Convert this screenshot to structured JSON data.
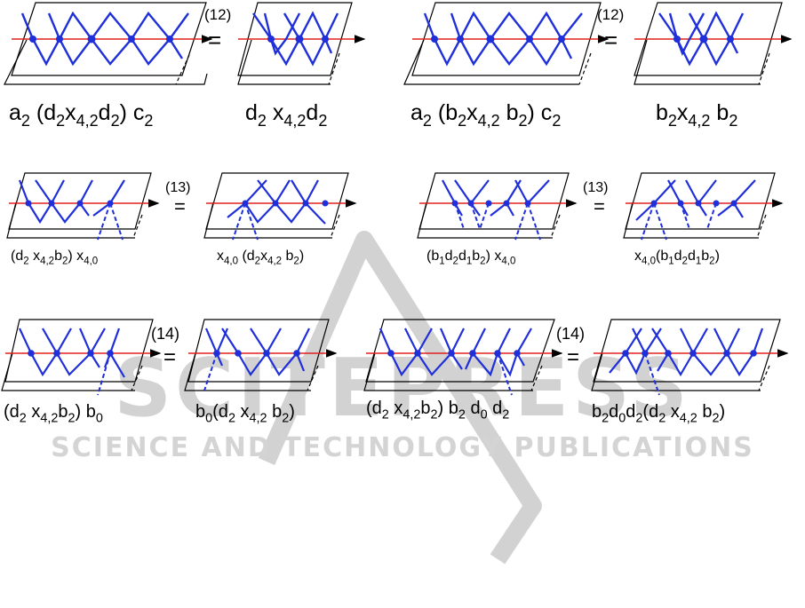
{
  "equation_marks": {
    "row1": "(12)",
    "row2": "(13)",
    "row3": "(14)",
    "equals": "="
  },
  "watermark": {
    "logo_word": "SCITEPRESS",
    "tagline": "SCIENCE AND TECHNOLOGY PUBLICATIONS"
  },
  "colors": {
    "strand": "#1f2fd9",
    "axis": "#e0201c",
    "frame": "#000000",
    "watermark": "#d2d2d2"
  },
  "panels": [
    {
      "id": "r1c1",
      "label": [
        [
          "a",
          ""
        ],
        [
          "2",
          "sub"
        ],
        [
          " (",
          ""
        ],
        [
          "d",
          ""
        ],
        [
          "2",
          "sub"
        ],
        [
          "x",
          ""
        ],
        [
          "4,2",
          "sub"
        ],
        [
          "d",
          ""
        ],
        [
          "2",
          "sub"
        ],
        [
          ") c",
          ""
        ],
        [
          "2",
          "sub"
        ]
      ]
    },
    {
      "id": "r1c2",
      "label": [
        [
          "d",
          ""
        ],
        [
          "2",
          "sub"
        ],
        [
          " x",
          ""
        ],
        [
          "4,2",
          "sub"
        ],
        [
          "d",
          ""
        ],
        [
          "2",
          "sub"
        ]
      ]
    },
    {
      "id": "r1c3",
      "label": [
        [
          "a",
          ""
        ],
        [
          "2",
          "sub"
        ],
        [
          " (",
          ""
        ],
        [
          "b",
          ""
        ],
        [
          "2",
          "sub"
        ],
        [
          "x",
          ""
        ],
        [
          "4,2",
          "sub"
        ],
        [
          " b",
          ""
        ],
        [
          "2",
          "sub"
        ],
        [
          ") c",
          ""
        ],
        [
          "2",
          "sub"
        ]
      ]
    },
    {
      "id": "r1c4",
      "label": [
        [
          "b",
          ""
        ],
        [
          "2",
          "sub"
        ],
        [
          "x",
          ""
        ],
        [
          "4,2",
          "sub"
        ],
        [
          " b",
          ""
        ],
        [
          "2",
          "sub"
        ]
      ]
    },
    {
      "id": "r2c1",
      "label": [
        [
          "(d",
          ""
        ],
        [
          "2",
          "sub"
        ],
        [
          " x",
          ""
        ],
        [
          "4,2",
          "sub"
        ],
        [
          "b",
          ""
        ],
        [
          "2",
          "sub"
        ],
        [
          ") x",
          ""
        ],
        [
          "4,0",
          "sub"
        ]
      ]
    },
    {
      "id": "r2c2",
      "label": [
        [
          "x",
          ""
        ],
        [
          "4,0",
          "sub"
        ],
        [
          " (d",
          ""
        ],
        [
          "2",
          "sub"
        ],
        [
          "x",
          ""
        ],
        [
          "4,2",
          "sub"
        ],
        [
          " b",
          ""
        ],
        [
          "2",
          "sub"
        ],
        [
          ")",
          ""
        ]
      ]
    },
    {
      "id": "r2c3",
      "label": [
        [
          "(b",
          ""
        ],
        [
          "1",
          "sub"
        ],
        [
          "d",
          ""
        ],
        [
          "2",
          "sub"
        ],
        [
          "d",
          ""
        ],
        [
          "1",
          "sub"
        ],
        [
          "b",
          ""
        ],
        [
          "2",
          "sub"
        ],
        [
          ") x",
          ""
        ],
        [
          "4,0",
          "sub"
        ]
      ]
    },
    {
      "id": "r2c4",
      "label": [
        [
          "x",
          ""
        ],
        [
          "4,0",
          "sub"
        ],
        [
          "(b",
          ""
        ],
        [
          "1",
          "sub"
        ],
        [
          "d",
          ""
        ],
        [
          "2",
          "sub"
        ],
        [
          "d",
          ""
        ],
        [
          "1",
          "sub"
        ],
        [
          "b",
          ""
        ],
        [
          "2",
          "sub"
        ],
        [
          ")",
          ""
        ]
      ]
    },
    {
      "id": "r3c1",
      "label": [
        [
          "(d",
          ""
        ],
        [
          "2",
          "sub"
        ],
        [
          " x",
          ""
        ],
        [
          "4,2",
          "sub"
        ],
        [
          "b",
          ""
        ],
        [
          "2",
          "sub"
        ],
        [
          ") b",
          ""
        ],
        [
          "0",
          "sub"
        ]
      ]
    },
    {
      "id": "r3c2",
      "label": [
        [
          "b",
          ""
        ],
        [
          "0",
          "sub"
        ],
        [
          "(d",
          ""
        ],
        [
          "2",
          "sub"
        ],
        [
          " x",
          ""
        ],
        [
          "4,2",
          "sub"
        ],
        [
          " b",
          ""
        ],
        [
          "2",
          "sub"
        ],
        [
          ")",
          ""
        ]
      ]
    },
    {
      "id": "r3c3",
      "label": [
        [
          "(d",
          ""
        ],
        [
          "2",
          "sub"
        ],
        [
          " x",
          ""
        ],
        [
          "4,2",
          "sub"
        ],
        [
          "b",
          ""
        ],
        [
          "2",
          "sub"
        ],
        [
          ") b",
          ""
        ],
        [
          "2",
          "sub"
        ],
        [
          " d",
          ""
        ],
        [
          "0",
          "sub"
        ],
        [
          " d",
          ""
        ],
        [
          "2",
          "sub"
        ]
      ]
    },
    {
      "id": "r3c4",
      "label": [
        [
          "b",
          ""
        ],
        [
          "2",
          "sub"
        ],
        [
          "d",
          ""
        ],
        [
          "0",
          "sub"
        ],
        [
          "d",
          ""
        ],
        [
          "2",
          "sub"
        ],
        [
          "(d",
          ""
        ],
        [
          "2",
          "sub"
        ],
        [
          " x",
          ""
        ],
        [
          "4,2",
          "sub"
        ],
        [
          " b",
          ""
        ],
        [
          "2",
          "sub"
        ],
        [
          ")",
          ""
        ]
      ]
    }
  ]
}
